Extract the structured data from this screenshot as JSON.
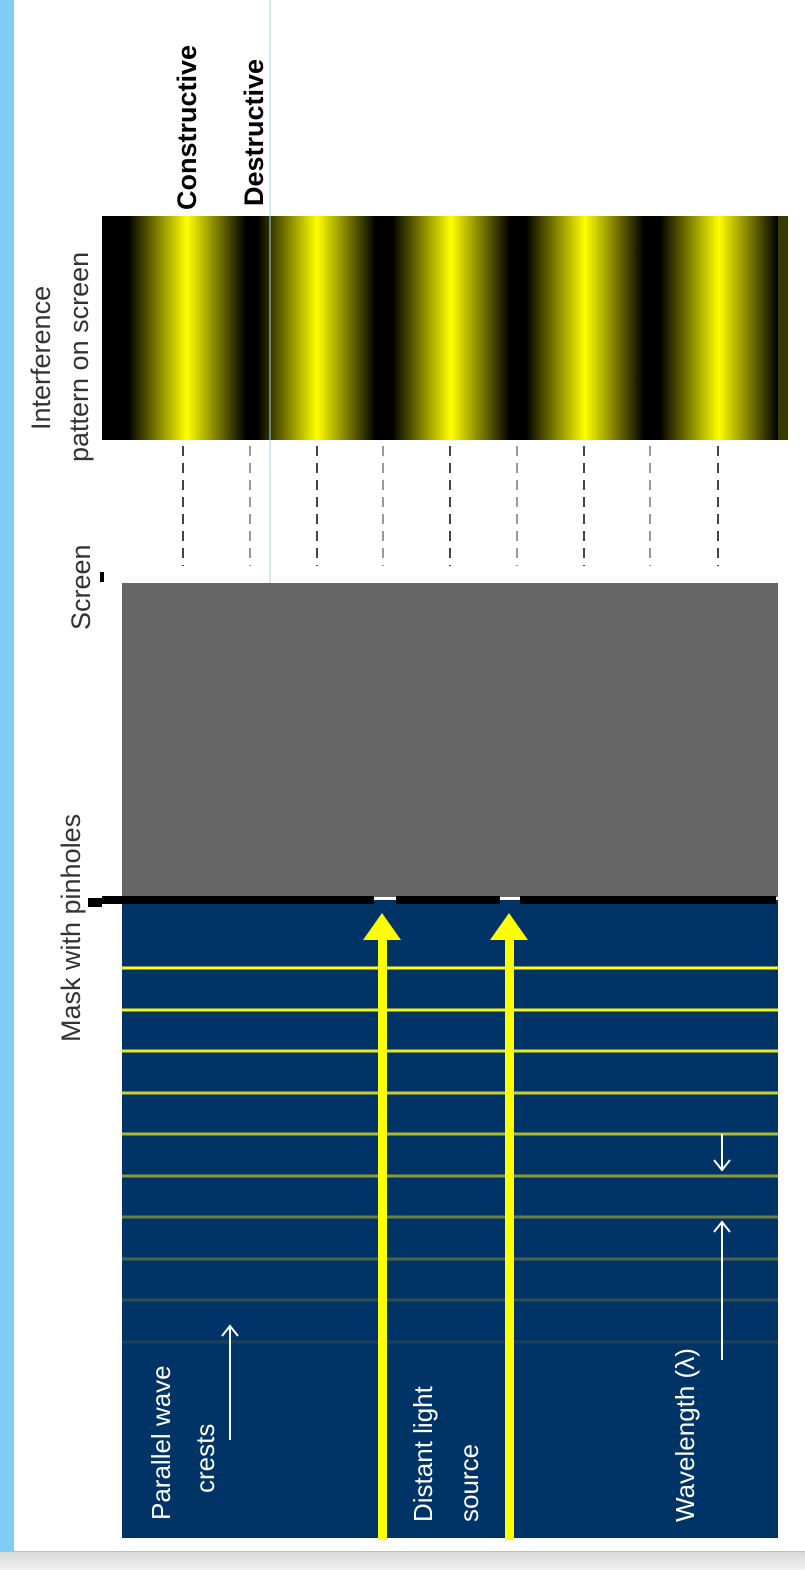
{
  "labels": {
    "constructive": "Constructive",
    "destructive": "Destructive",
    "interference_line1": "Interference",
    "interference_line2": "pattern on screen",
    "screen": "Screen",
    "mask": "Mask with pinholes",
    "parallel_line1": "Parallel wave",
    "parallel_line2": "crests",
    "source_line1": "Distant light",
    "source_line2": "source",
    "wavelength": "Wavelength (λ)"
  },
  "colors": {
    "frame": "#7fcdf5",
    "dark_blue": "#003366",
    "gray_region": "#666666",
    "yellow": "#ffff00",
    "black": "#000000"
  },
  "icons": {
    "wavelength_arrows": "double-arrow-icon",
    "crest_arrow": "arrow-icon",
    "beam_arrows": "arrow-up-icon"
  }
}
